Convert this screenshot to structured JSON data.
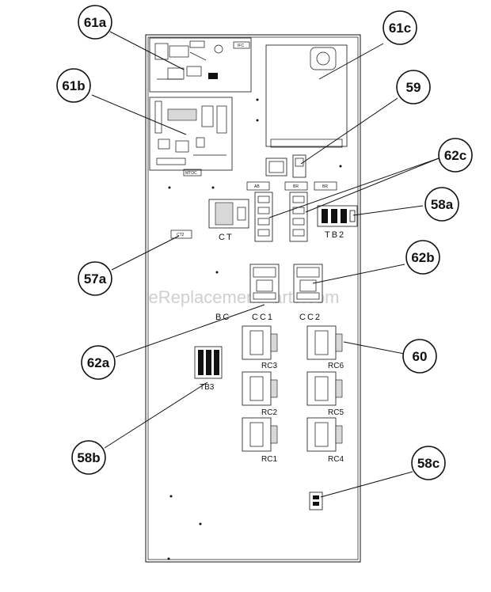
{
  "watermark": "eReplacementParts.com",
  "callouts": {
    "c61a": "61a",
    "c61b": "61b",
    "c61c": "61c",
    "c59": "59",
    "c62c": "62c",
    "c58a": "58a",
    "c57a": "57a",
    "c62b": "62b",
    "c60": "60",
    "c62a": "62a",
    "c58b": "58b",
    "c58c": "58c"
  },
  "labels": {
    "ct2": "CT2",
    "ct": "CT",
    "tb2": "TB2",
    "tb3": "TB3",
    "cc1": "CC1",
    "cc2": "CC2",
    "bc": "BC",
    "rc1": "RC1",
    "rc2": "RC2",
    "rc3": "RC3",
    "rc4": "RC4",
    "rc5": "RC5",
    "rc6": "RC6",
    "ifc": "IFC",
    "mtoc": "MTOC",
    "ab": "AB",
    "br1": "BR",
    "br2": "BR"
  }
}
